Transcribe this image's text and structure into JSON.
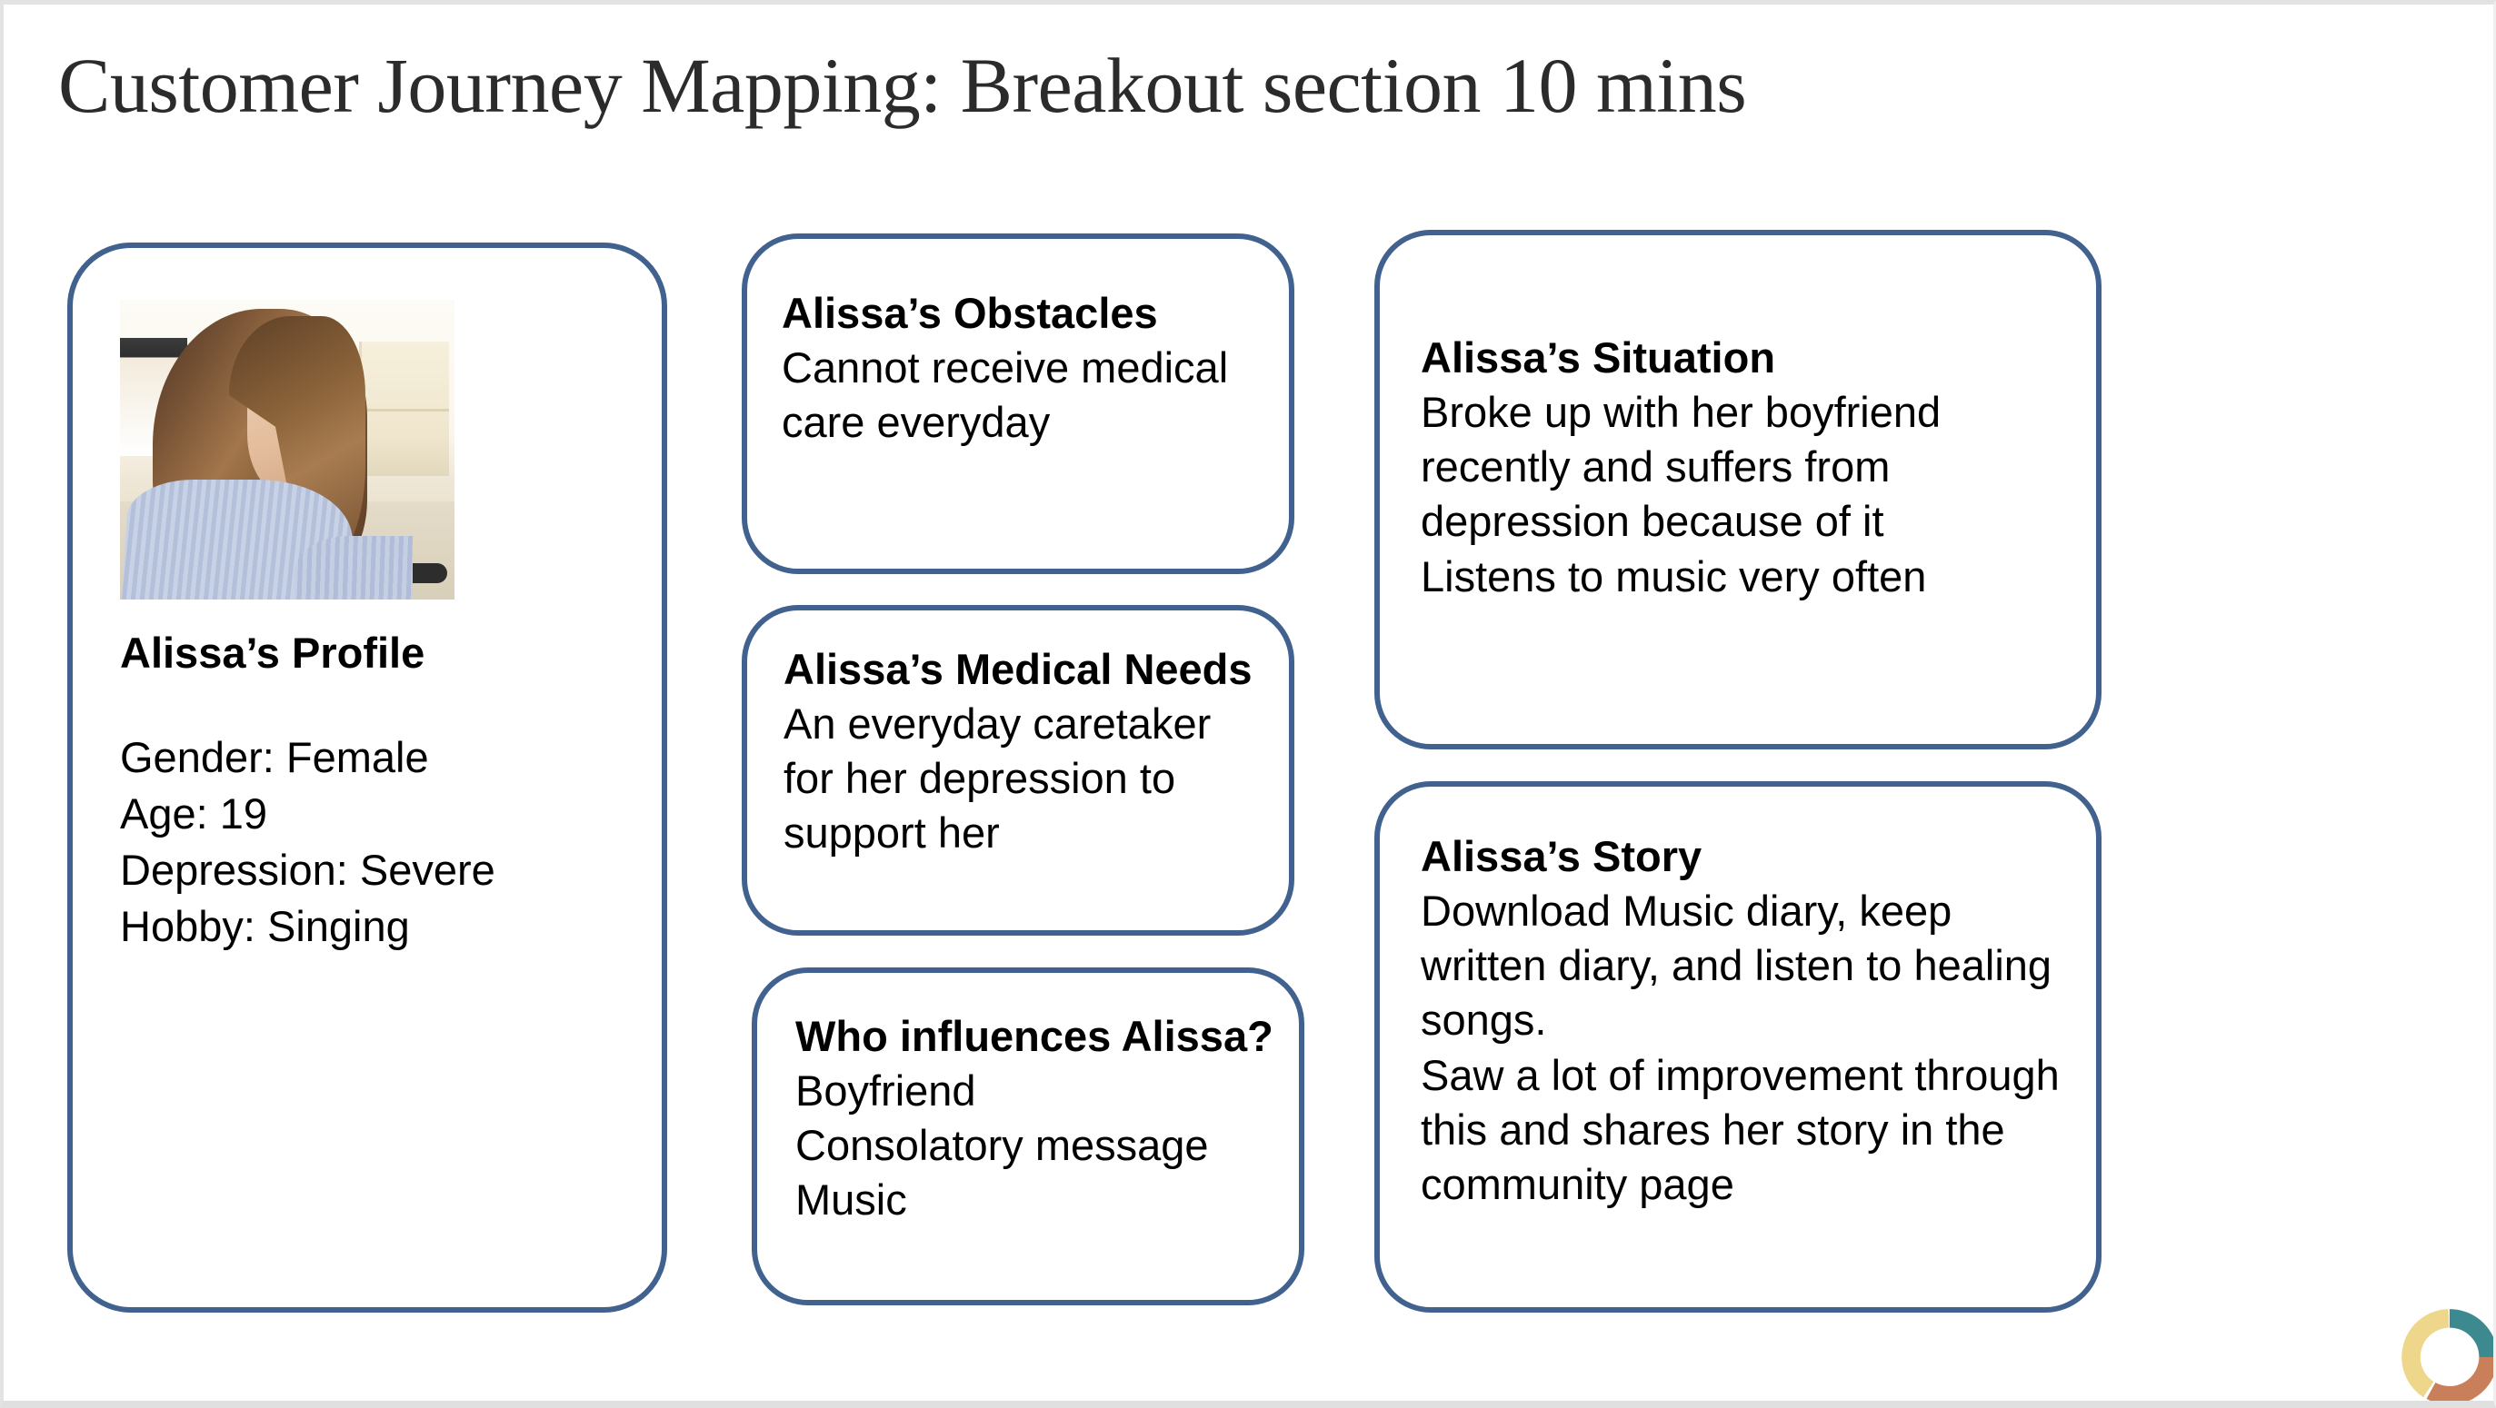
{
  "slide": {
    "title": "Customer Journey Mapping: Breakout section 10 mins",
    "accent_border_color": "#41618f",
    "background_color": "#ffffff",
    "title_color": "#2b2b2b"
  },
  "profile": {
    "photo_alt": "Photo of Alissa seated in an office chair with eyes closed",
    "heading": "Alissa’s Profile",
    "details": "Gender: Female\nAge: 19\nDepression: Severe\nHobby: Singing",
    "fields": [
      {
        "label": "Gender",
        "value": "Female"
      },
      {
        "label": "Age",
        "value": "19"
      },
      {
        "label": "Depression",
        "value": "Severe"
      },
      {
        "label": "Hobby",
        "value": "Singing"
      }
    ]
  },
  "middle_column": {
    "obstacles": {
      "title": "Alissa’s Obstacles",
      "body": "Cannot receive medical care everyday"
    },
    "medical_needs": {
      "title": "Alissa’s Medical Needs",
      "body": "An everyday caretaker for her depression to support her"
    },
    "influences": {
      "title": "Who influences Alissa?",
      "body": "Boyfriend\nConsolatory message\nMusic",
      "items": [
        "Boyfriend",
        "Consolatory message",
        "Music"
      ]
    }
  },
  "right_column": {
    "situation": {
      "title": "Alissa’s Situation",
      "body": "Broke up with her boyfriend recently and suffers from depression because of it\nListens to music very often"
    },
    "story": {
      "title": "Alissa’s Story",
      "body": "Download Music diary, keep written diary, and listen to healing songs.\nSaw a lot of improvement through this and shares her story in the community page"
    }
  },
  "logo": {
    "name": "donut-chart-logo",
    "segments": [
      {
        "name": "teal",
        "color": "#3c8a90"
      },
      {
        "name": "terracotta",
        "color": "#c87f5a"
      },
      {
        "name": "sand",
        "color": "#eed68a"
      }
    ]
  }
}
